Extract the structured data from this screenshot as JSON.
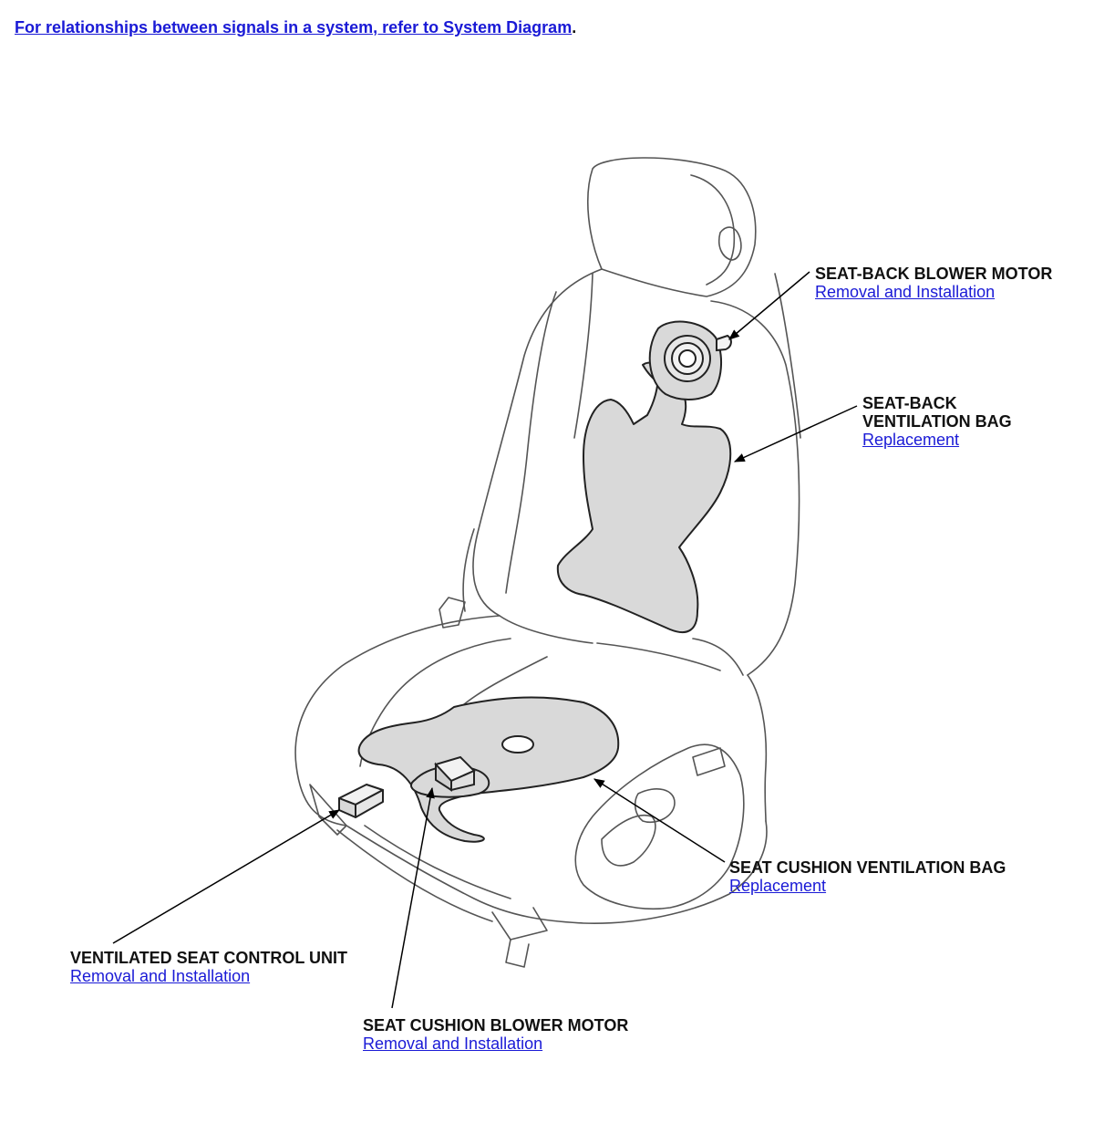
{
  "header": {
    "link_text": "For relationships between signals in a system, refer to System Diagram",
    "trailing": "."
  },
  "callouts": {
    "seat_back_blower_motor": {
      "title": "SEAT-BACK BLOWER MOTOR",
      "link": "Removal and Installation"
    },
    "seat_back_ventilation_bag": {
      "title_line1": "SEAT-BACK",
      "title_line2": "VENTILATION BAG",
      "link": "Replacement"
    },
    "seat_cushion_ventilation_bag": {
      "title": "SEAT CUSHION VENTILATION BAG",
      "link": "Replacement"
    },
    "ventilated_seat_control_unit": {
      "title": "VENTILATED SEAT CONTROL UNIT",
      "link": "Removal and Installation"
    },
    "seat_cushion_blower_motor": {
      "title": "SEAT CUSHION BLOWER MOTOR",
      "link": "Removal and Installation"
    }
  },
  "colors": {
    "link": "#1a1ad6",
    "outline": "#555555",
    "component_fill": "#d9d9d9",
    "component_stroke": "#222222"
  }
}
